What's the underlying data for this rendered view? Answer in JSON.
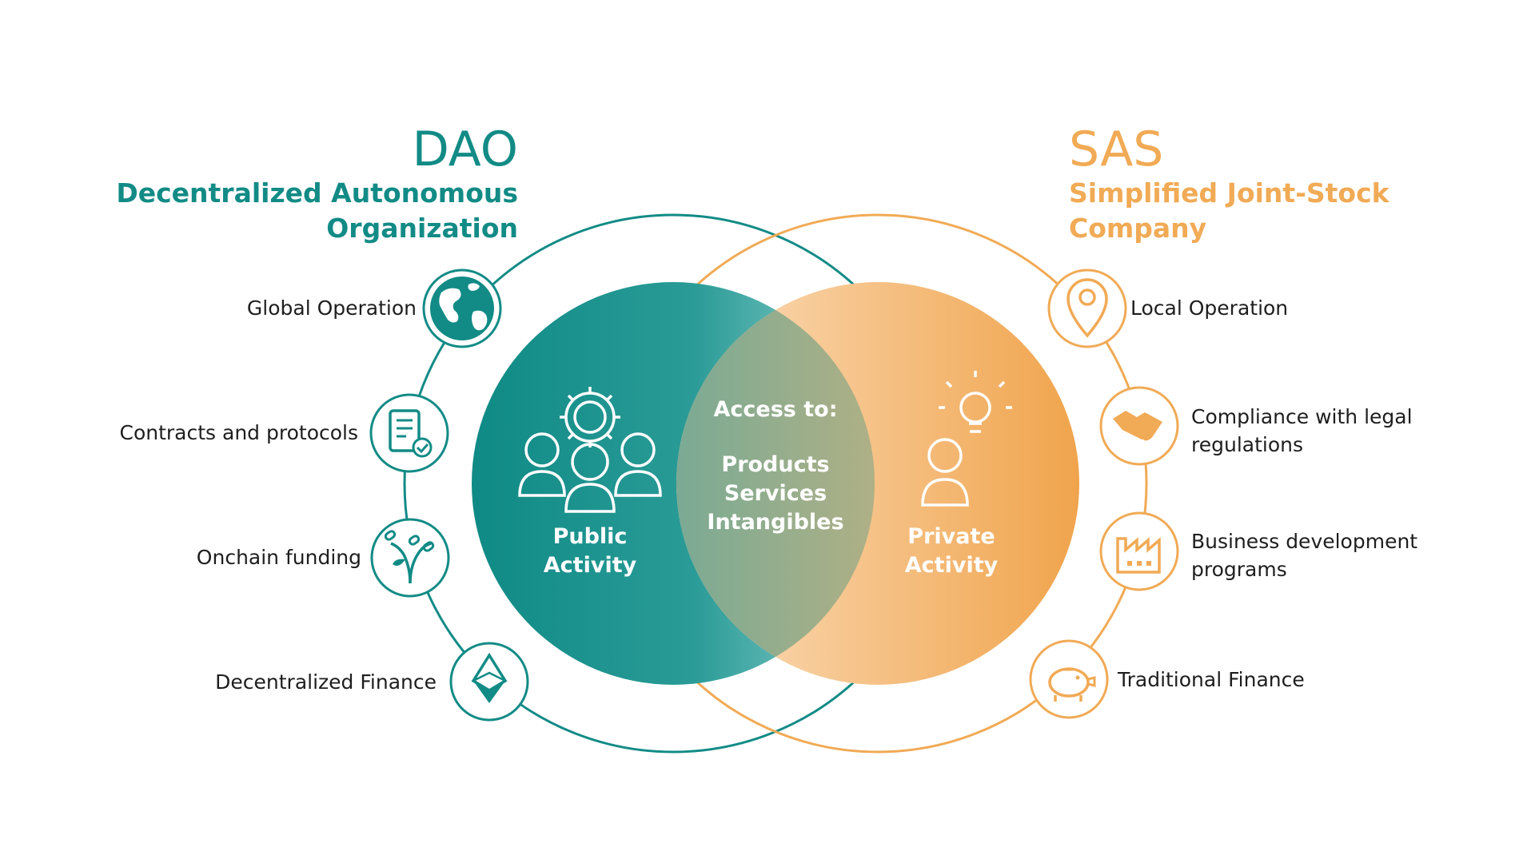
{
  "dao": {
    "abbr": "DAO",
    "full_line1": "Decentralized Autonomous",
    "full_line2": "Organization",
    "color": "#128b86",
    "center_label_line1": "Public",
    "center_label_line2": "Activity",
    "features": [
      {
        "label": "Global Operation",
        "icon": "globe-icon"
      },
      {
        "label": "Contracts and protocols",
        "icon": "contract-icon"
      },
      {
        "label": "Onchain funding",
        "icon": "plant-chain-icon"
      },
      {
        "label": "Decentralized Finance",
        "icon": "ethereum-icon"
      }
    ]
  },
  "sas": {
    "abbr": "SAS",
    "full_line1": "Simplified Joint-Stock",
    "full_line2": "Company",
    "color": "#f1aa55",
    "center_label_line1": "Private",
    "center_label_line2": "Activity",
    "features": [
      {
        "label": "Local Operation",
        "icon": "location-pin-icon"
      },
      {
        "label_line1": "Compliance with legal",
        "label_line2": "regulations",
        "icon": "handshake-icon"
      },
      {
        "label_line1": "Business development",
        "label_line2": "programs",
        "icon": "factory-icon"
      },
      {
        "label": "Traditional Finance",
        "icon": "piggy-bank-icon"
      }
    ]
  },
  "overlap": {
    "title": "Access to:",
    "items": [
      "Products",
      "Services",
      "Intangibles"
    ]
  }
}
